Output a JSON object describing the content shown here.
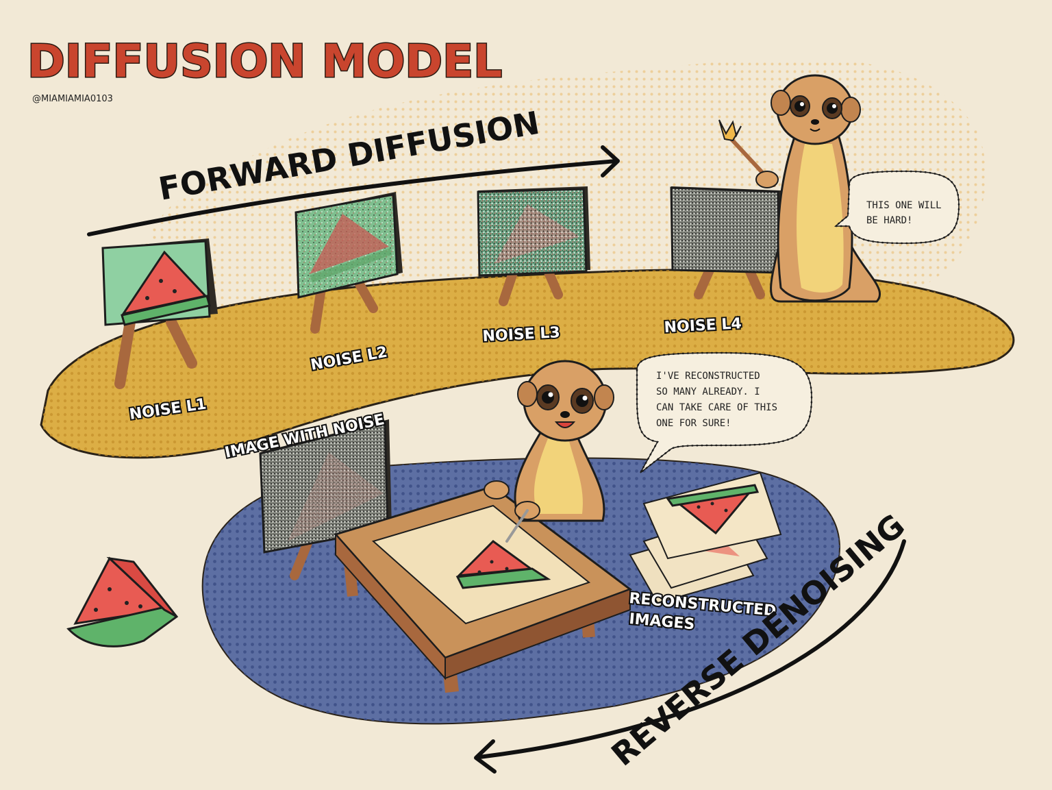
{
  "header": {
    "title": "DIFFUSION MODEL",
    "handle": "@MIAMIAMIA0103"
  },
  "arrows": {
    "forward": "FORWARD DIFFUSION",
    "reverse": "REVERSE DENOISING"
  },
  "stages": [
    {
      "label": "NOISE L1",
      "noise_level": 1
    },
    {
      "label": "NOISE L2",
      "noise_level": 2
    },
    {
      "label": "NOISE L3",
      "noise_level": 3
    },
    {
      "label": "NOISE L4",
      "noise_level": 4
    }
  ],
  "reverse_section": {
    "noisy_label": "IMAGE WITH NOISE",
    "reconstructed_label_line1": "RECONSTRUCTED",
    "reconstructed_label_line2": "IMAGES"
  },
  "bubbles": {
    "top_line1": "THIS ONE WILL",
    "top_line2": "BE HARD!",
    "bottom_line1": "I'VE RECONSTRUCTED",
    "bottom_line2": "SO MANY ALREADY. I",
    "bottom_line3": "CAN TAKE CARE OF THIS",
    "bottom_line4": "ONE FOR SURE!"
  },
  "colors": {
    "background": "#f2e9d6",
    "title_red": "#c9452e",
    "path_gold": "#dcae45",
    "pool_blue": "#5d6fa3",
    "canvas_green": "#8fd0a2",
    "melon_red": "#e85b53",
    "rind_green": "#5fb36a",
    "meerkat_tan": "#d9a066",
    "wood": "#a8683e"
  }
}
